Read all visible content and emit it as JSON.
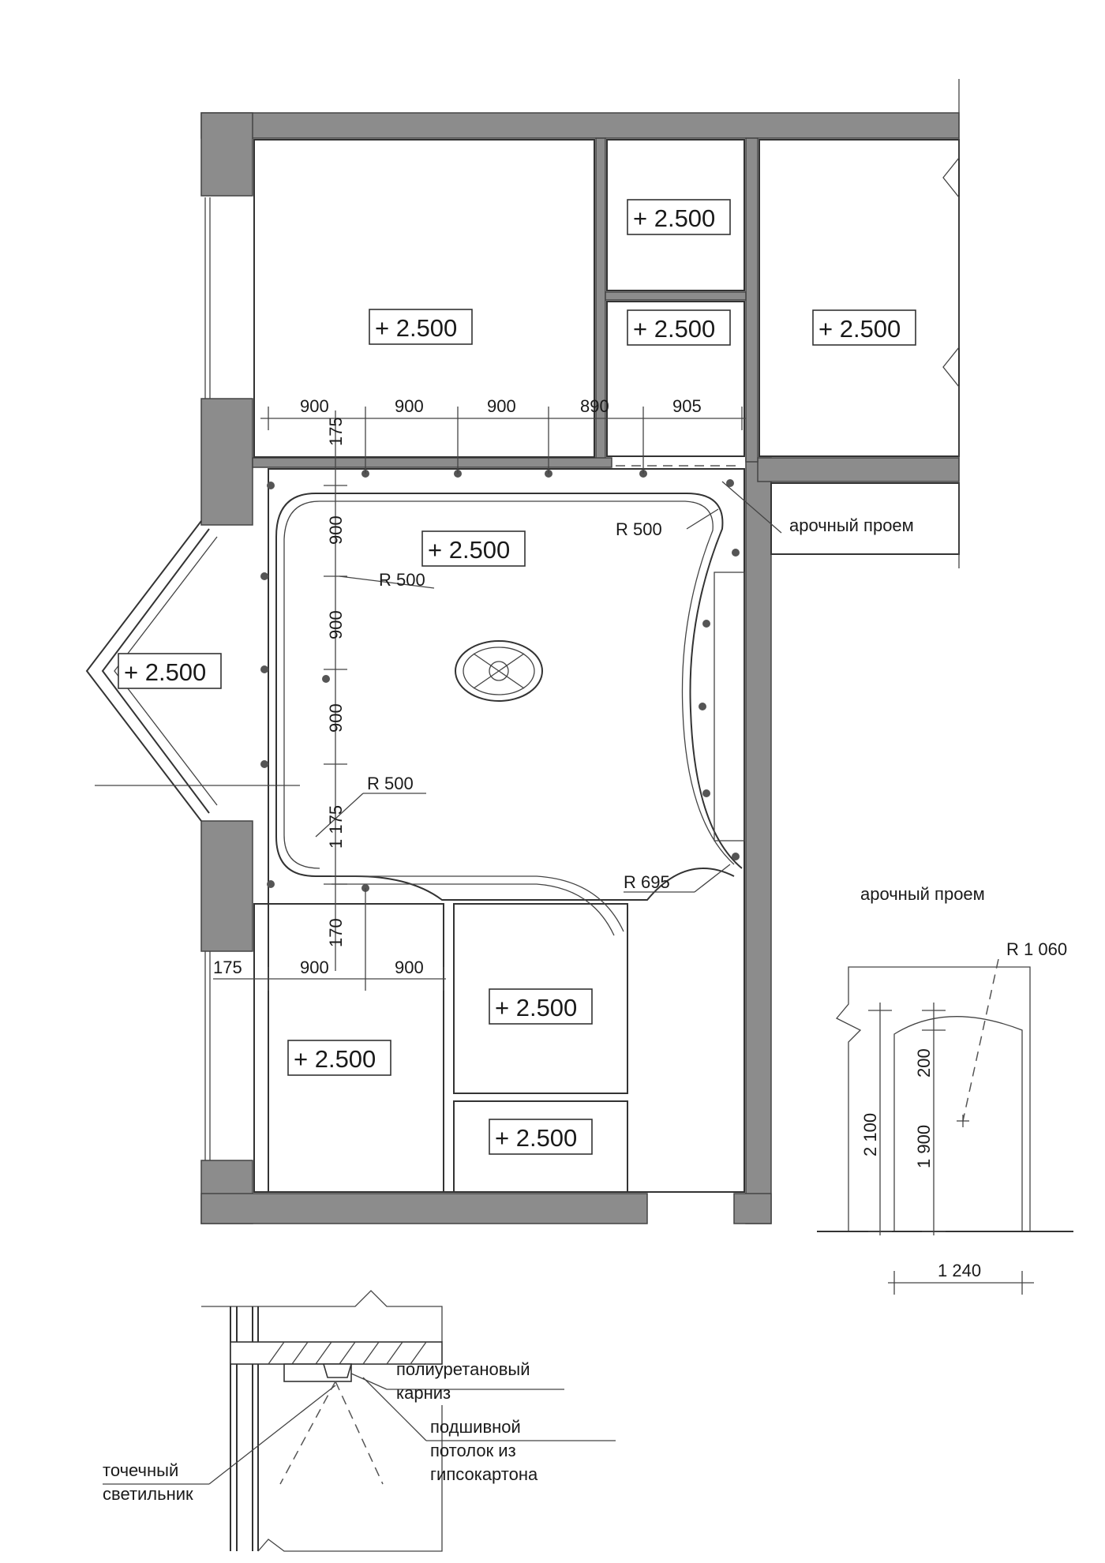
{
  "level_mark": "+ 2.500",
  "dimensions_top": [
    "900",
    "900",
    "900",
    "890",
    "905"
  ],
  "dimensions_left_vertical": [
    "175",
    "900",
    "900",
    "900",
    "1 175",
    "170"
  ],
  "dimensions_bottom": [
    "175",
    "900",
    "900"
  ],
  "radius_labels": [
    "R 500",
    "R 500",
    "R 500",
    "R 695"
  ],
  "arch_callout": "арочный проем",
  "arch_detail": {
    "title": "арочный проем",
    "radius": "R 1 060",
    "height_total": "2 100",
    "height_top": "200",
    "height_lower": "1 900",
    "width": "1 240"
  },
  "section_detail": {
    "cornice_label": "полиуретановый карниз",
    "cornice_lines": [
      "полиуретановый",
      "карниз"
    ],
    "ceiling_lines": [
      "подшивной",
      "потолок из",
      "гипсокартона"
    ],
    "spotlight_lines": [
      "точечный",
      "светильник"
    ]
  }
}
